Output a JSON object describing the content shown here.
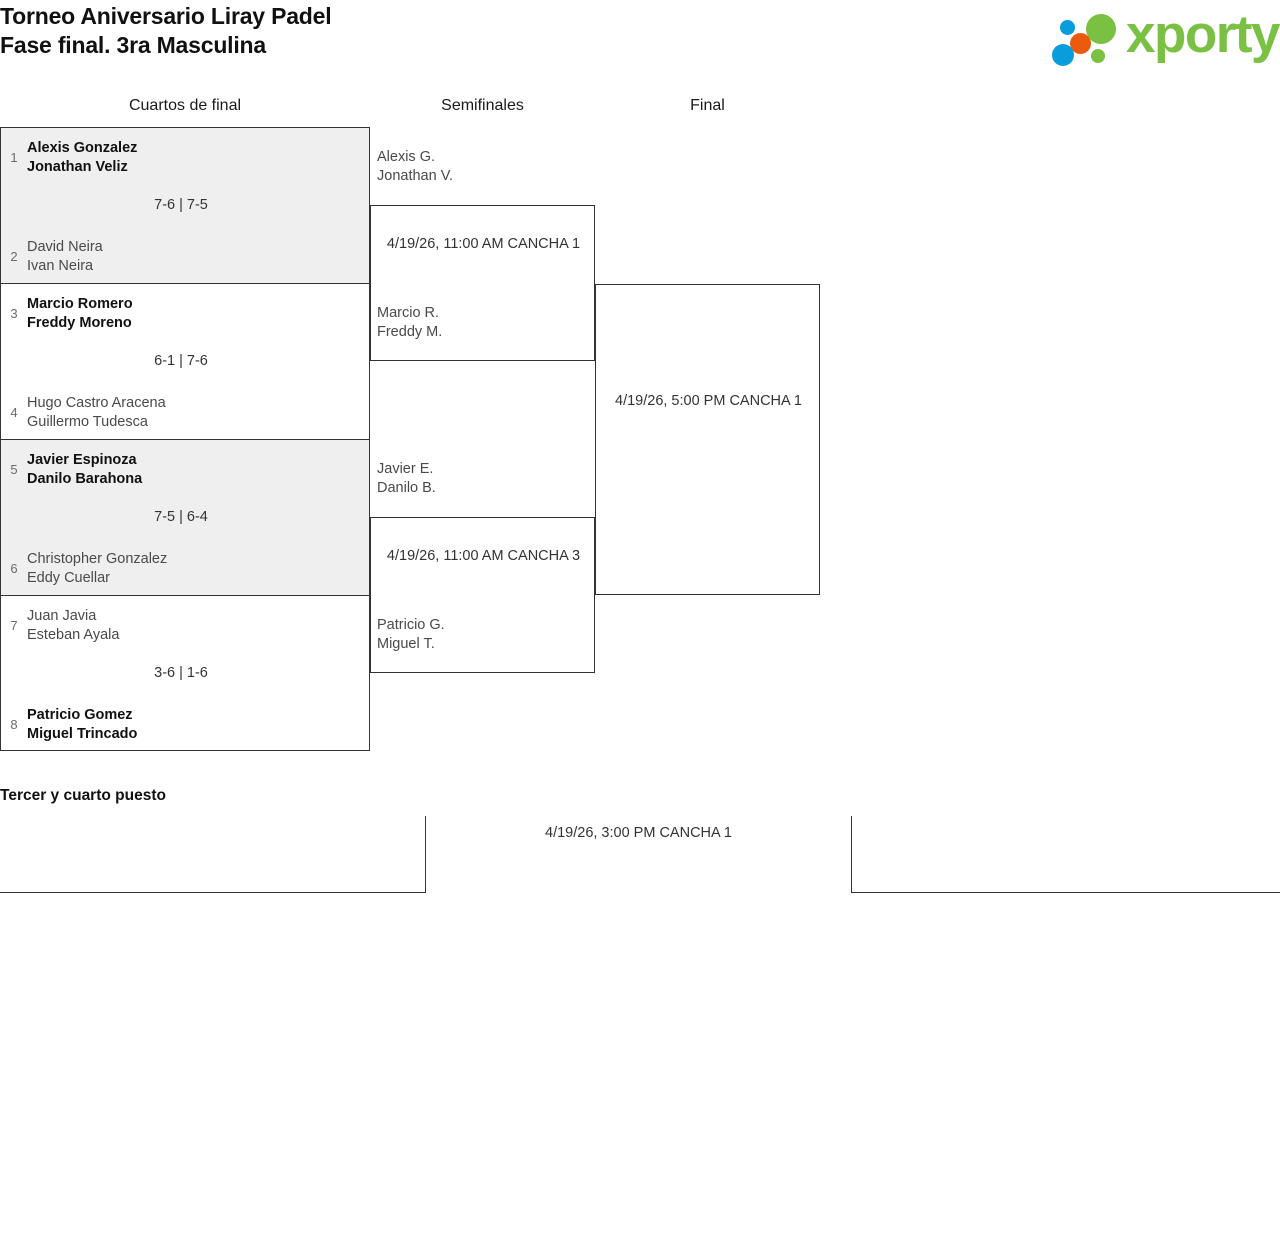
{
  "header": {
    "title_line1": "Torneo Aniversario Liray Padel",
    "title_line2": "Fase final. 3ra Masculina",
    "logo_word": "xporty"
  },
  "rounds": {
    "quarterfinals_label": "Cuartos de final",
    "semifinals_label": "Semifinales",
    "final_label": "Final"
  },
  "quarterfinals": [
    {
      "top": {
        "seed": "1",
        "player1": "Alexis Gonzalez",
        "player2": "Jonathan Veliz",
        "winner": true
      },
      "bottom": {
        "seed": "2",
        "player1": "David Neira",
        "player2": "Ivan Neira",
        "winner": false
      },
      "score": "7-6 | 7-5"
    },
    {
      "top": {
        "seed": "3",
        "player1": "Marcio Romero",
        "player2": "Freddy Moreno",
        "winner": true
      },
      "bottom": {
        "seed": "4",
        "player1": "Hugo Castro Aracena",
        "player2": "Guillermo Tudesca",
        "winner": false
      },
      "score": "6-1 | 7-6"
    },
    {
      "top": {
        "seed": "5",
        "player1": "Javier Espinoza",
        "player2": "Danilo Barahona",
        "winner": true
      },
      "bottom": {
        "seed": "6",
        "player1": "Christopher Gonzalez",
        "player2": "Eddy Cuellar",
        "winner": false
      },
      "score": "7-5 | 6-4"
    },
    {
      "top": {
        "seed": "7",
        "player1": "Juan Javia",
        "player2": "Esteban Ayala",
        "winner": false
      },
      "bottom": {
        "seed": "8",
        "player1": "Patricio Gomez",
        "player2": "Miguel Trincado",
        "winner": true
      },
      "score": "3-6 | 1-6"
    }
  ],
  "semifinals": [
    {
      "top_line1": "Alexis G.",
      "top_line2": "Jonathan V.",
      "bottom_line1": "Marcio R.",
      "bottom_line2": "Freddy M.",
      "schedule": "4/19/26, 11:00 AM CANCHA 1"
    },
    {
      "top_line1": "Javier E.",
      "top_line2": "Danilo B.",
      "bottom_line1": "Patricio G.",
      "bottom_line2": "Miguel T.",
      "schedule": "4/19/26, 11:00 AM CANCHA 3"
    }
  ],
  "final": {
    "schedule": "4/19/26, 5:00 PM CANCHA 1"
  },
  "third_place": {
    "title": "Tercer y cuarto puesto",
    "schedule": "4/19/26, 3:00 PM CANCHA 1"
  },
  "colors": {
    "logo_green": "#7ac143",
    "logo_blue": "#0a9ddb",
    "logo_orange": "#ea5b0c",
    "shaded_row": "#efefef",
    "border": "#333333"
  }
}
